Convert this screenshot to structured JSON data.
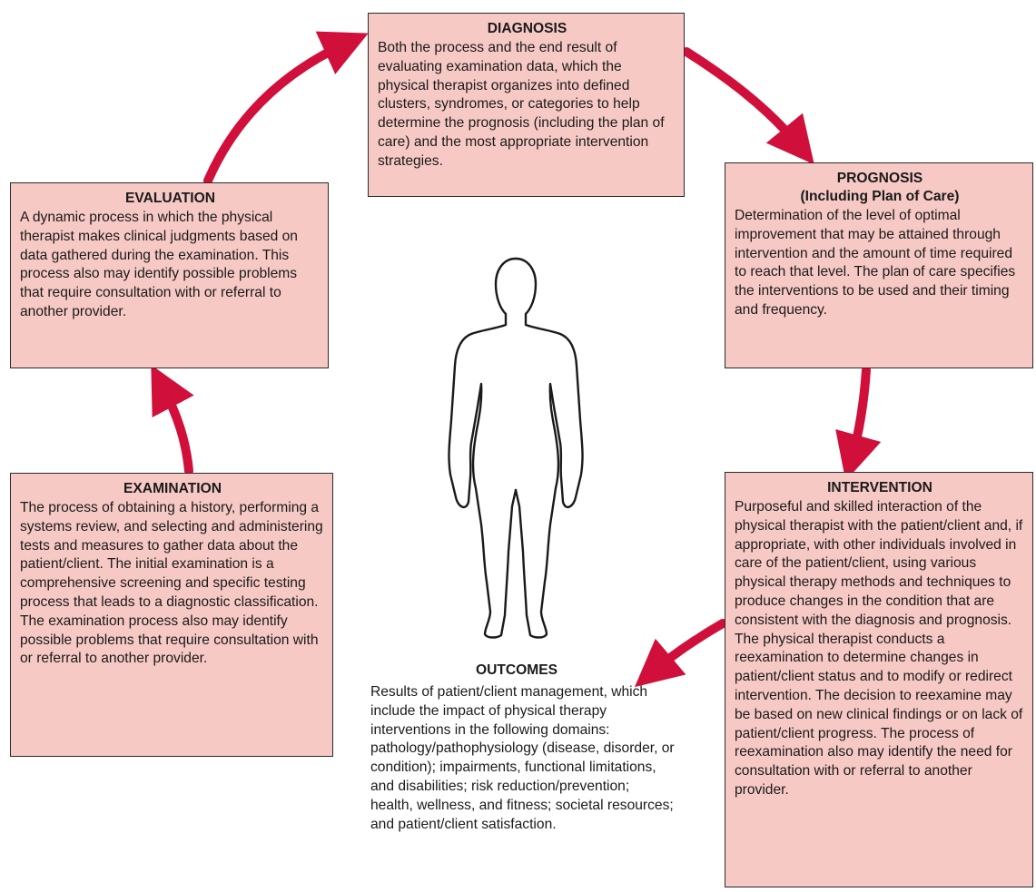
{
  "colors": {
    "box_fill": "#f6c9c4",
    "box_border": "#2a2a2a",
    "arrow": "#d0103a"
  },
  "icons": {
    "center_figure": "human-body-outline-icon",
    "arrows": "curved-cycle-arrow-icon"
  },
  "diagnosis": {
    "title": "DIAGNOSIS",
    "text": "Both the process and the end result of evaluating examination data, which the physical therapist organizes into defined clusters, syndromes, or categories to help determine the prognosis (including the plan of care) and the most appropriate intervention strategies."
  },
  "prognosis": {
    "title_line1": "PROGNOSIS",
    "title_line2": "(Including Plan of Care)",
    "text": "Determination of the level of optimal improvement that may be attained through intervention and the amount of time required to reach that level. The plan of care specifies the interventions to be used and their timing and frequency."
  },
  "evaluation": {
    "title": "EVALUATION",
    "text": "A dynamic process in which the physical therapist makes clinical judgments based on data gathered during the examination. This process also may identify possible problems that require consultation with or referral to another provider."
  },
  "examination": {
    "title": "EXAMINATION",
    "text": "The process of obtaining a history, performing a systems review, and selecting and administering tests and measures to gather data about the patient/client. The initial examination is a comprehensive screening and specific testing process that leads to a diagnostic classification. The examination process also may identify possible problems that require consultation with or referral to another provider."
  },
  "intervention": {
    "title": "INTERVENTION",
    "text": "Purposeful and skilled interaction of the physical therapist with the patient/client and, if appropriate, with other individuals involved in care of the patient/client, using various physical therapy methods and techniques to produce changes in the condition that are consistent with the diagnosis and prognosis. The physical therapist conducts a reexamination to determine changes in patient/client status and to modify or redirect intervention. The decision to reexamine may be based on new clinical findings or on lack of patient/client progress. The process of reexamination also may identify the need for consultation with or referral to another provider."
  },
  "outcomes": {
    "title": "OUTCOMES",
    "text": "Results of patient/client management, which include the impact of physical therapy interventions in the following domains: pathology/pathophysiology (disease, disorder, or condition); impairments, functional limitations, and disabilities; risk reduction/prevention; health, wellness, and fitness; societal resources; and patient/client satisfaction."
  }
}
